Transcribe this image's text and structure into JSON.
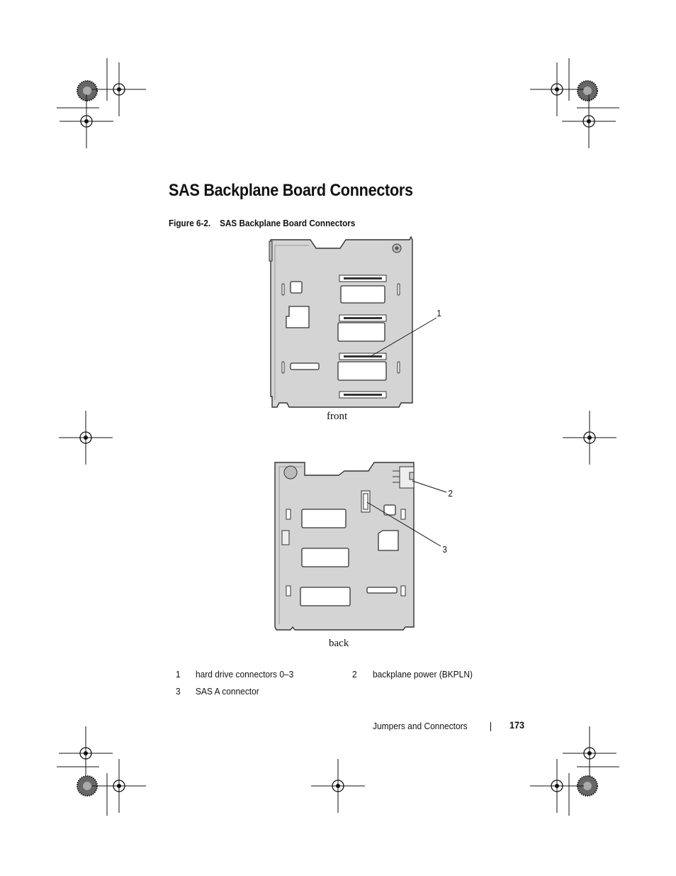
{
  "heading": "SAS Backplane Board Connectors",
  "figure": {
    "number": "Figure 6-2.",
    "title": "SAS Backplane Board Connectors",
    "front_label": "front",
    "back_label": "back",
    "callouts": {
      "c1": "1",
      "c2": "2",
      "c3": "3"
    }
  },
  "legend": [
    {
      "num": "1",
      "text": "hard drive connectors 0–3"
    },
    {
      "num": "2",
      "text": "backplane power (BKPLN)"
    },
    {
      "num": "3",
      "text": "SAS A connector"
    }
  ],
  "footer": {
    "section": "Jumpers and Connectors",
    "page": "173"
  }
}
